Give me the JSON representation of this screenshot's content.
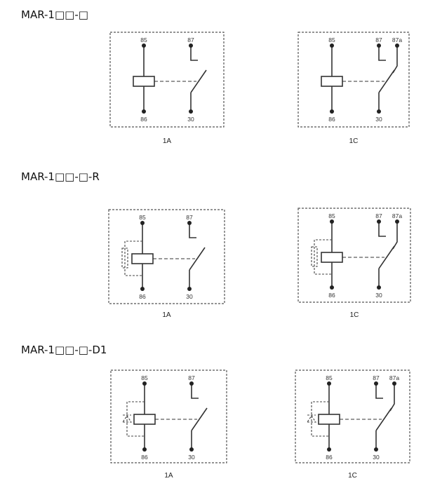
{
  "sections": [
    {
      "title": "MAR-1□□-□",
      "variant": "plain",
      "diagrams": [
        {
          "caption": "1A",
          "type": "A",
          "terminals": {
            "t85": "85",
            "t86": "86",
            "t87": "87",
            "t30": "30"
          }
        },
        {
          "caption": "1C",
          "type": "C",
          "terminals": {
            "t85": "85",
            "t86": "86",
            "t87": "87",
            "t87a": "87a",
            "t30": "30"
          }
        }
      ]
    },
    {
      "title": "MAR-1□□-□-R",
      "variant": "resistor",
      "diagrams": [
        {
          "caption": "1A",
          "type": "A",
          "terminals": {
            "t85": "85",
            "t86": "86",
            "t87": "87",
            "t30": "30"
          }
        },
        {
          "caption": "1C",
          "type": "C",
          "terminals": {
            "t85": "85",
            "t86": "86",
            "t87": "87",
            "t87a": "87a",
            "t30": "30"
          }
        }
      ]
    },
    {
      "title": "MAR-1□□-□-D1",
      "variant": "diode",
      "diagrams": [
        {
          "caption": "1A",
          "type": "A",
          "terminals": {
            "t85": "85",
            "t86": "86",
            "t87": "87",
            "t30": "30"
          }
        },
        {
          "caption": "1C",
          "type": "C",
          "terminals": {
            "t85": "85",
            "t86": "86",
            "t87": "87",
            "t87a": "87a",
            "t30": "30"
          }
        }
      ]
    }
  ]
}
